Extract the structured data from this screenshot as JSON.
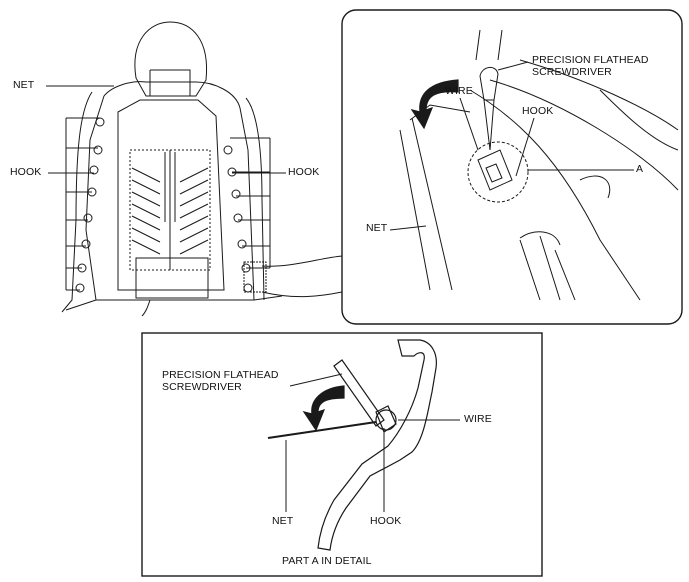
{
  "left_view": {
    "labels": {
      "net": "NET",
      "hook_left": "HOOK",
      "hook_right": "HOOK"
    }
  },
  "detail_view": {
    "labels": {
      "tool_line1": "PRECISION FLATHEAD",
      "tool_line2": "SCREWDRIVER",
      "wire": "WIRE",
      "hook": "HOOK",
      "callout": "A",
      "net": "NET"
    }
  },
  "part_a_view": {
    "labels": {
      "tool_line1": "PRECISION FLATHEAD",
      "tool_line2": "SCREWDRIVER",
      "wire": "WIRE",
      "net": "NET",
      "hook": "HOOK"
    },
    "caption": "PART A IN DETAIL"
  },
  "colors": {
    "line": "#1a1a1a",
    "arrow_fill": "#1a1a1a",
    "background": "#ffffff"
  }
}
